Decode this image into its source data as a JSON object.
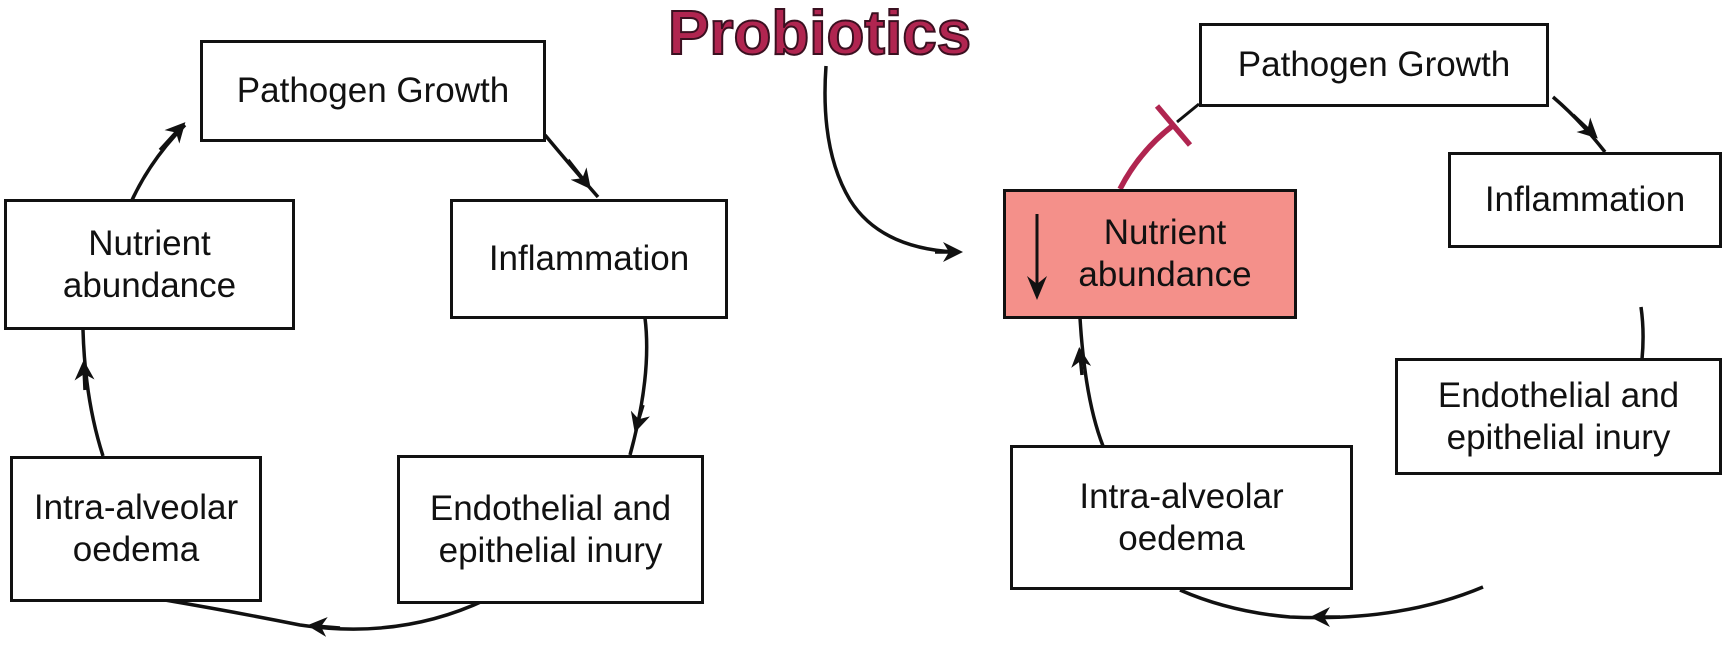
{
  "title": "Probiotics",
  "colors": {
    "title": "#b02550",
    "inhibit": "#b02550",
    "highlight_fill": "#f4908a",
    "stroke": "#111111"
  },
  "left_cycle": {
    "nodes": [
      {
        "id": "pathogen",
        "lines": [
          "Pathogen Growth"
        ]
      },
      {
        "id": "inflammation",
        "lines": [
          "Inflammation"
        ]
      },
      {
        "id": "injury",
        "lines": [
          "Endothelial and",
          "epithelial inury"
        ]
      },
      {
        "id": "oedema",
        "lines": [
          "Intra-alveolar",
          "oedema"
        ]
      },
      {
        "id": "nutrient",
        "lines": [
          "Nutrient",
          "abundance"
        ]
      }
    ],
    "edges": [
      {
        "from": "nutrient",
        "to": "pathogen",
        "type": "activates"
      },
      {
        "from": "pathogen",
        "to": "inflammation",
        "type": "activates"
      },
      {
        "from": "inflammation",
        "to": "injury",
        "type": "activates"
      },
      {
        "from": "injury",
        "to": "oedema",
        "type": "activates"
      },
      {
        "from": "oedema",
        "to": "nutrient",
        "type": "activates"
      }
    ]
  },
  "right_cycle": {
    "nodes": [
      {
        "id": "pathogen",
        "lines": [
          "Pathogen Growth"
        ]
      },
      {
        "id": "inflammation",
        "lines": [
          "Inflammation"
        ]
      },
      {
        "id": "injury",
        "lines": [
          "Endothelial and",
          "epithelial inury"
        ]
      },
      {
        "id": "oedema",
        "lines": [
          "Intra-alveolar",
          "oedema"
        ]
      },
      {
        "id": "nutrient",
        "lines": [
          "Nutrient",
          "abundance"
        ],
        "highlighted": true,
        "indicator": "decrease"
      }
    ],
    "edges": [
      {
        "from": "nutrient",
        "to": "pathogen",
        "type": "inhibits"
      },
      {
        "from": "pathogen",
        "to": "inflammation",
        "type": "activates"
      },
      {
        "from": "inflammation",
        "to": "injury",
        "type": "activates"
      },
      {
        "from": "injury",
        "to": "oedema",
        "type": "activates"
      },
      {
        "from": "oedema",
        "to": "nutrient",
        "type": "activates"
      },
      {
        "from": "probiotics",
        "to": "nutrient",
        "type": "activates"
      }
    ]
  }
}
